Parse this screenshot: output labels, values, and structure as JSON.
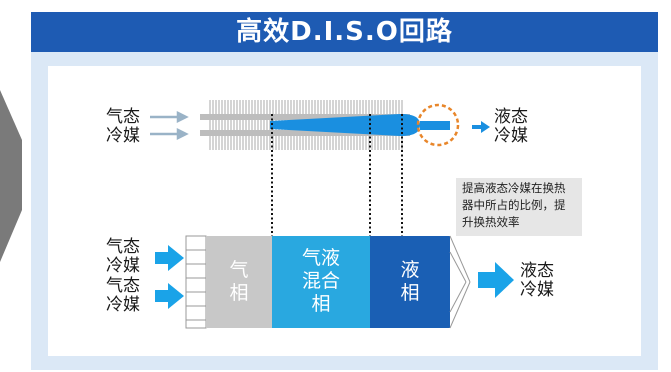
{
  "title": "高效D.I.S.O回路",
  "top_diagram": {
    "inlet_label": [
      "气态",
      "冷媒"
    ],
    "outlet_label": [
      "液态",
      "冷媒"
    ]
  },
  "bottom_diagram": {
    "inlet_label_1": [
      "气态",
      "冷媒"
    ],
    "inlet_label_2": [
      "气态",
      "冷媒"
    ],
    "gas_phase": [
      "气",
      "相"
    ],
    "mixed_phase": [
      "气液",
      "混合",
      "相"
    ],
    "liquid_phase": [
      "液",
      "相"
    ],
    "outlet_label": [
      "液态",
      "冷媒"
    ]
  },
  "callout": "提高液态冷媒在换热器中所占的比例，提升换热效率",
  "colors": {
    "banner": "#1e5bb3",
    "panel": "#dbe8f6",
    "gas": "#c8c8c8",
    "mixed": "#29a8e0",
    "liquid": "#1a5fb4",
    "arrow": "#1aa3e8",
    "circle": "#e8862a"
  }
}
